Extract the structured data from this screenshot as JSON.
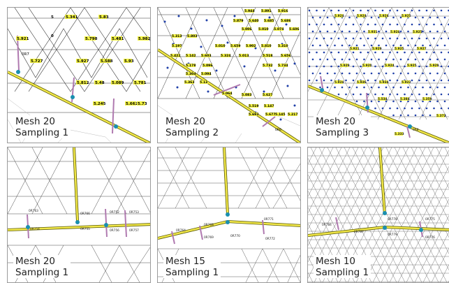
{
  "panels": [
    {
      "id": "p1",
      "mesh": "Mesh 20",
      "sampling": "Sampling 1",
      "style": "labeled-coarse"
    },
    {
      "id": "p2",
      "mesh": "Mesh 20",
      "sampling": "Sampling 2",
      "style": "labeled-medium"
    },
    {
      "id": "p3",
      "mesh": "Mesh 20",
      "sampling": "Sampling 3",
      "style": "dots-dense"
    },
    {
      "id": "p4",
      "mesh": "Mesh 20",
      "sampling": "Sampling 1",
      "style": "mesh-coarse"
    },
    {
      "id": "p5",
      "mesh": "Mesh 15",
      "sampling": "Sampling 1",
      "style": "mesh-medium"
    },
    {
      "id": "p6",
      "mesh": "Mesh 10",
      "sampling": "Sampling 1",
      "style": "mesh-fine"
    }
  ],
  "value_labels": {
    "p1": [
      "5.341",
      "5.83",
      "5",
      "5.921",
      "0",
      "5.798",
      "5.481",
      "5.982",
      "5.727",
      "5.927",
      "5.588",
      "5.93",
      "5.812",
      "5.48",
      "5.089",
      "5.781",
      "5.245",
      "5.662",
      "5.73",
      "0R7"
    ],
    "p2": [
      "5.944",
      "5.891",
      "5.916",
      "5.879",
      "5.640",
      "5.685",
      "5.686",
      "5.006",
      "5.010",
      "5.074",
      "5.606",
      "5.313",
      "5.803",
      "5.197",
      "5.010",
      "5.659",
      "5.902",
      "5.810",
      "5.310",
      "5.422",
      "5.142",
      "5.603",
      "5.324",
      "5.013",
      "5.518",
      "5.656",
      "5.178",
      "5.096",
      "5.732",
      "5.734",
      "5.304",
      "5.094",
      "5.064",
      "5.083",
      "5.627",
      "5.13",
      "5.519",
      "5.147",
      "5.692",
      "5.677",
      "5.145",
      "5.217",
      "5.363",
      "0R6"
    ],
    "p3": [
      "5.924",
      "5.924",
      "5.924",
      "5.925",
      "5.931",
      "5.924",
      "5.925",
      "5.921",
      "5.929",
      "5.925",
      "5.927",
      "5.929",
      "5.920",
      "5.924",
      "5.925",
      "5.929",
      "5.924",
      "5.936",
      "5.934",
      "5.922",
      "5.534",
      "5.384",
      "5.359",
      "5.372",
      "5.333",
      "0R8"
    ]
  },
  "station_labels": {
    "p4": [
      "0R763",
      "0R766",
      "0R752",
      "0R753",
      "0R754",
      "0R755",
      "0R756",
      "0R757"
    ],
    "p5": [
      "0R771",
      "0R772",
      "0R768",
      "0R769",
      "0R770",
      "0R764"
    ],
    "p6": [
      "0R775",
      "0R776",
      "0R778",
      "0R779",
      "0R787",
      "0R784"
    ]
  },
  "colors": {
    "river_fill": "#f2e84a",
    "river_edge": "#5a5a00",
    "mesh_line": "#222222",
    "node_point": "#1f3fa8",
    "value_label_bg": "#f5f542",
    "section_line": "#b07ab0",
    "station_marker": "#1a8fb0"
  }
}
